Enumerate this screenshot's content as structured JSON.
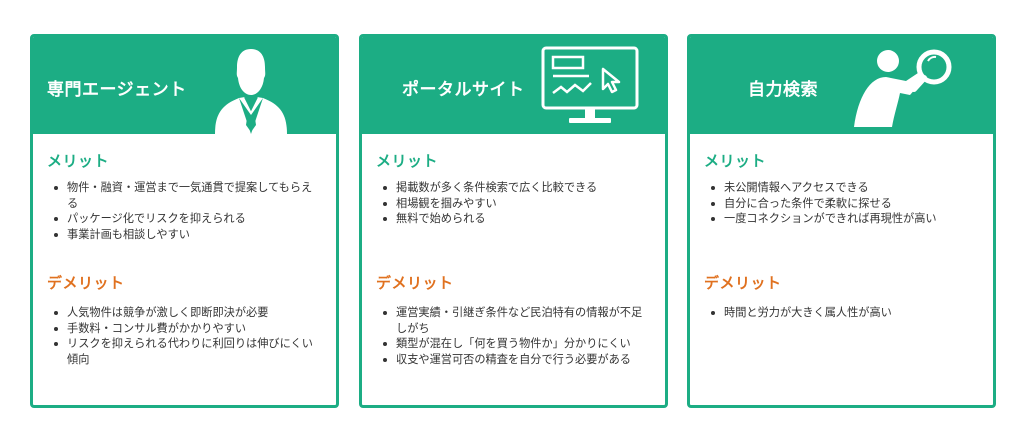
{
  "colors": {
    "accent": "#1cad84",
    "demerit": "#e0711f",
    "text": "#333333"
  },
  "cards": [
    {
      "title": "専門エージェント",
      "icon": "businessman-icon",
      "merit_title": "メリット",
      "merits": [
        "物件・融資・運営まで一気通貫で提案してもらえる",
        "パッケージ化でリスクを抑えられる",
        "事業計画も相談しやすい"
      ],
      "demerit_title": "デメリット",
      "demerits": [
        "人気物件は競争が激しく即断即決が必要",
        "手数料・コンサル費がかかりやすい",
        "リスクを抑えられる代わりに利回りは伸びにくい傾向"
      ]
    },
    {
      "title": "ポータルサイト",
      "icon": "monitor-icon",
      "merit_title": "メリット",
      "merits": [
        "掲載数が多く条件検索で広く比較できる",
        "相場観を掴みやすい",
        "無料で始められる"
      ],
      "demerit_title": "デメリット",
      "demerits": [
        "運営実績・引継ぎ条件など民泊特有の情報が不足しがち",
        "類型が混在し「何を買う物件か」分かりにくい",
        "収支や運営可否の精査を自分で行う必要がある"
      ]
    },
    {
      "title": "自力検索",
      "icon": "magnifier-person-icon",
      "merit_title": "メリット",
      "merits": [
        "未公開情報へアクセスできる",
        "自分に合った条件で柔軟に探せる",
        "一度コネクションができれば再現性が高い"
      ],
      "demerit_title": "デメリット",
      "demerits": [
        "時間と労力が大きく属人性が高い"
      ]
    }
  ]
}
